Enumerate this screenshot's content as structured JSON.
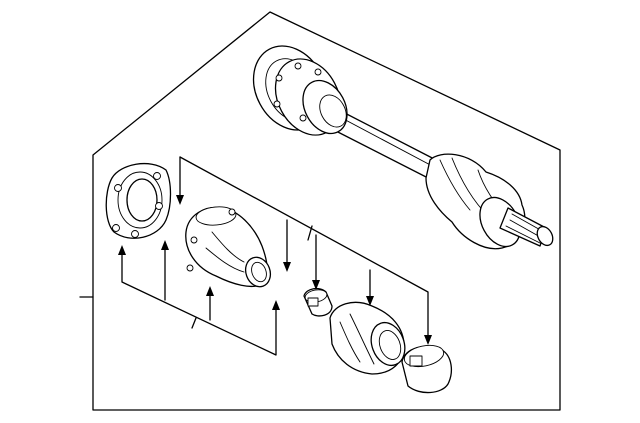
{
  "diagram": {
    "kind": "exploded parts illustration",
    "parts": [
      "axle-shaft-assembly",
      "inner-cv-joint-flange",
      "inner-boot",
      "small-clamp",
      "outer-boot",
      "large-clamp"
    ],
    "colors": {
      "line": "#000000",
      "background": "#ffffff"
    }
  }
}
